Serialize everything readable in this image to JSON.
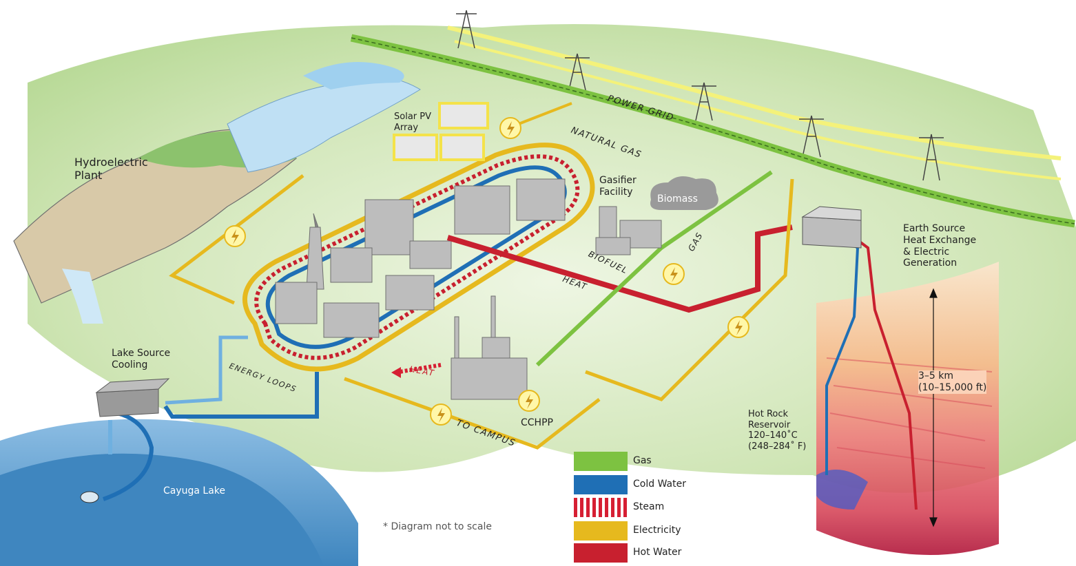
{
  "labels": {
    "hydro": "Hydroelectric\nPlant",
    "solar": "Solar PV\nArray",
    "gasifier": "Gasifier\nFacility",
    "biomass": "Biomass",
    "earth_source": "Earth Source\nHeat Exchange\n& Electric\nGeneration",
    "lake_cooling": "Lake Source\nCooling",
    "cayuga": "Cayuga Lake",
    "hot_rock": "Hot Rock\nReservoir\n120–140˚C\n(248–284˚ F)",
    "depth": "3–5 km\n(10–15,000 ft)",
    "cchpp": "CCHPP",
    "note": "* Diagram not to scale",
    "power_grid": "POWER GRID",
    "natural_gas": "NATURAL GAS",
    "gas": "GAS",
    "biofuel": "BIOFUEL",
    "heat_upper": "HEAT",
    "heat_lower": "HEAT",
    "energy_loops": "ENERGY LOOPS",
    "to_campus": "TO CAMPUS"
  },
  "legend": [
    {
      "label": "Gas",
      "color": "#7dc241",
      "pattern": "solid"
    },
    {
      "label": "Cold Water",
      "color": "#1f6fb5",
      "pattern": "solid"
    },
    {
      "label": "Steam",
      "color": "#d61f33",
      "pattern": "striped"
    },
    {
      "label": "Electricity",
      "color": "#e6b91e",
      "pattern": "solid"
    },
    {
      "label": "Hot Water",
      "color": "#c8202f",
      "pattern": "solid"
    }
  ],
  "colors": {
    "gas": "#7dc241",
    "cold_water": "#1f6fb5",
    "light_water": "#6fb0e0",
    "steam": "#d61f33",
    "electricity": "#e6b91e",
    "hot_water": "#c8202f",
    "power_line": "#f4f27a",
    "lake": "#4f93c7",
    "ground": "#dcecc4"
  },
  "icons": [
    "lightning-icon",
    "transmission-tower-icon",
    "solar-panel-icon",
    "building-icon",
    "cloud-icon"
  ]
}
